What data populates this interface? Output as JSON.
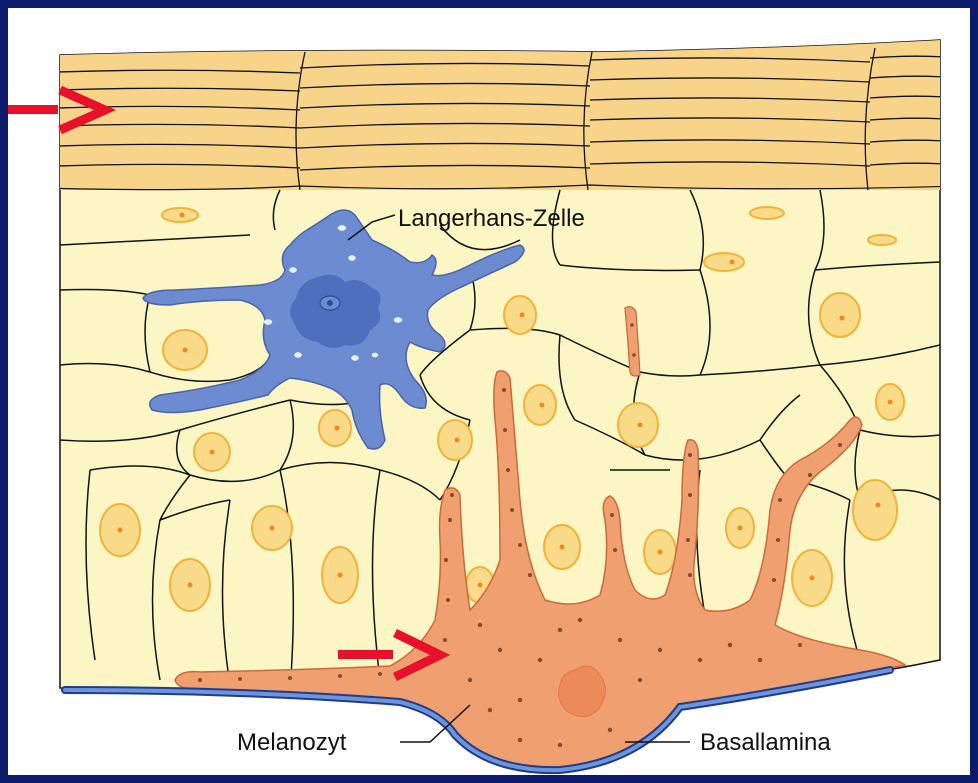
{
  "labels": {
    "langerhans": "Langerhans-Zelle",
    "melanocyte": "Melanozyt",
    "basal_lamina": "Basallamina"
  },
  "colors": {
    "frame": "#0b1a6b",
    "stratum_corneum": "#f8d48a",
    "keratinocyte_fill": "#fbf6c4",
    "nucleus_fill": "#f8da88",
    "nucleus_ring": "#f1b23a",
    "langerhans_cell": "#6d8bd0",
    "langerhans_nucleus": "#4f6fbe",
    "melanocyte": "#f0a070",
    "melanocyte_outline": "#c96a3a",
    "basal_lamina": "#3a64b8",
    "arrows": "#e8102a"
  },
  "icons": [
    "arrow-right-icon"
  ]
}
